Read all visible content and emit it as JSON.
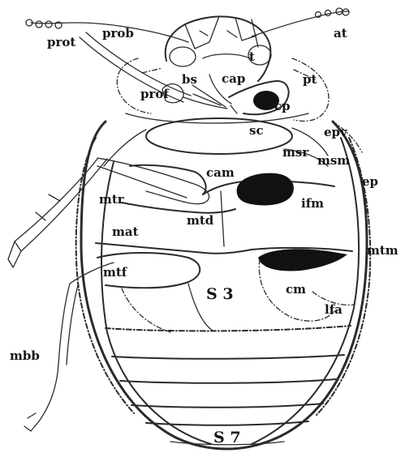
{
  "labels": {
    "prot_left": "prot",
    "prob": "prob",
    "at": "at",
    "t": "t",
    "bs": "bs",
    "cap": "cap",
    "pt": "pt",
    "prof": "prof",
    "cp": "cp",
    "sc": "sc",
    "epv": "epv",
    "msr": "msr",
    "msm": "msm",
    "ep": "ep",
    "cam": "cam",
    "mtr": "mtr",
    "ifm": "ifm",
    "mtd": "mtd",
    "mat": "mat",
    "mtm": "mtm",
    "mtf": "mtf",
    "s3": "S 3",
    "cm": "cm",
    "lfa": "lfa",
    "mbb": "mbb",
    "s7": "S 7"
  }
}
